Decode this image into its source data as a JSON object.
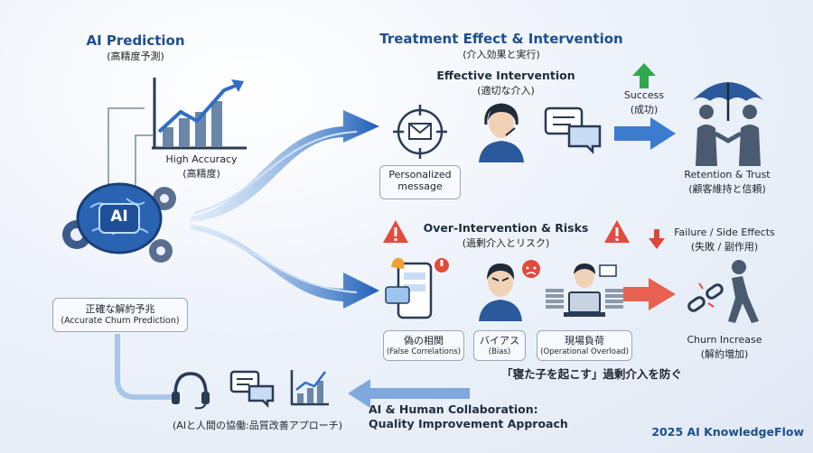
{
  "prediction": {
    "title": "AI Prediction",
    "subtitle": "(高精度予測)",
    "accuracy_label": "High Accuracy",
    "accuracy_sub": "(高精度)",
    "brain_text": "AI",
    "churn_label": "正確な解約予兆",
    "churn_sub": "(Accurate Churn Prediction)"
  },
  "treatment": {
    "title": "Treatment Effect & Intervention",
    "subtitle": "(介入効果と実行)"
  },
  "effective": {
    "title": "Effective Intervention",
    "subtitle": "(適切な介入)",
    "message_label": "Personalized",
    "message_label2": "message",
    "success_label": "Success",
    "success_sub": "(成功)",
    "retention_label": "Retention & Trust",
    "retention_sub": "(顧客維持と信頼)"
  },
  "over": {
    "title": "Over-Intervention & Risks",
    "subtitle": "(過剰介入とリスク)",
    "failure_label": "Failure / Side Effects",
    "failure_sub": "(失敗 / 副作用)",
    "false_corr": "偽の相関",
    "false_corr_sub": "(False Correlations)",
    "bias": "バイアス",
    "bias_sub": "(Bias)",
    "overload": "現場負荷",
    "overload_sub": "(Operational Overload)",
    "churn_increase": "Churn Increase",
    "churn_increase_sub": "(解約増加)",
    "slogan": "「寝た子を起こす」過剰介入を防ぐ"
  },
  "collab": {
    "title": "AI & Human Collaboration:",
    "title2": "Quality Improvement Approach",
    "subtitle": "(AIと人間の協働:品質改善アプローチ)"
  },
  "footer": {
    "brand": "2025 AI KnowledgeFlow"
  },
  "icons": {
    "chart": "growth-chart-icon",
    "brain": "ai-brain-icon",
    "envelope": "envelope-target-icon",
    "operator": "operator-headset-icon",
    "chat": "chat-bubbles-icon",
    "umbrella": "umbrella-handshake-icon",
    "warning": "warning-icon",
    "phone": "phone-notification-icon",
    "angry": "angry-face-icon",
    "broken_chain": "broken-chain-walker-icon",
    "headset": "headset-icon",
    "bar_chart": "bar-chart-icon"
  },
  "colors": {
    "accent": "#1d4f8f",
    "success": "#2fa84f",
    "failure": "#e0473b",
    "arrow": "#2b6cc4"
  }
}
